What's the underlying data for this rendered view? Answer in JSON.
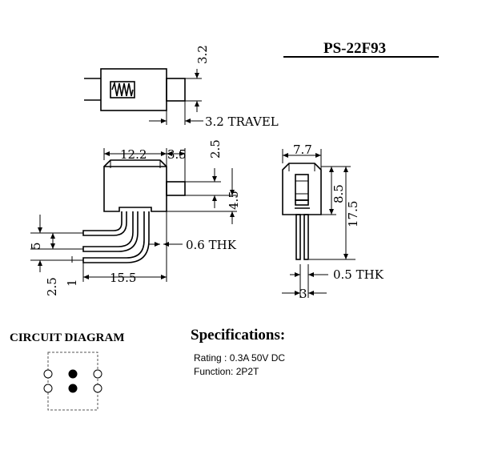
{
  "part_number": "PS-22F93",
  "top_view": {
    "height_label": "3.2",
    "travel_label": "3.2 TRAVEL"
  },
  "side_view": {
    "body_length": "12.2",
    "actuator_length": "3.5",
    "actuator_height": "2.5",
    "actuator_offset": "4.5",
    "pin_pitch": "5",
    "pin_offset": "2.5",
    "pin_thickness_small": "1",
    "pin_span": "15.5",
    "thickness": "0.6 THK"
  },
  "front_view": {
    "width": "7.7",
    "upper_height": "8.5",
    "total_height": "17.5",
    "thickness": "0.5 THK",
    "pin_width": "3"
  },
  "circuit": {
    "title": "CIRCUIT DIAGRAM",
    "grid_rows": 2,
    "grid_cols": 3,
    "filled_column": 1
  },
  "specifications": {
    "heading": "Specifications:",
    "rating": "Rating : 0.3A 50V DC",
    "function": "Function: 2P2T"
  }
}
